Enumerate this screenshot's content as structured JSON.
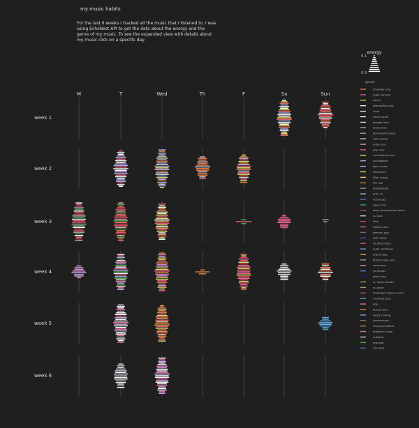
{
  "page": {
    "title": "my music habits",
    "description": "For the last 6 weeks I tracked all the music that I listened to. I was using EchoNest API to get the data about the energy and the genre of my music. To see the expanded view with details about my music click on a specific day."
  },
  "chart_data": {
    "type": "scatter",
    "days": [
      "M",
      "T",
      "Wed",
      "Th",
      "F",
      "Sa",
      "Sun"
    ],
    "weeks": [
      "week 1",
      "week 2",
      "week 3",
      "week 4",
      "week 5",
      "week 6"
    ],
    "energy_legend": {
      "title": "energy",
      "min_label": "0.1",
      "max_label": "0.9"
    },
    "genre_legend_title": "genres",
    "genres": [
      {
        "name": "chamber pop",
        "color": "#e8734a"
      },
      {
        "name": "indie norteño",
        "color": "#c65a8e"
      },
      {
        "name": "worky",
        "color": "#f0c24a"
      },
      {
        "name": "alternative rock",
        "color": "#f2f2f2"
      },
      {
        "name": "ninja",
        "color": "#e8e8e8"
      },
      {
        "name": "dance punk",
        "color": "#ffffff"
      },
      {
        "name": "garage rock",
        "color": "#d0d0d0"
      },
      {
        "name": "piano rock",
        "color": "#b0b0b0"
      },
      {
        "name": "permanent wave",
        "color": "#a0a0b8"
      },
      {
        "name": "neo mellow",
        "color": "#c8c8e0"
      },
      {
        "name": "indie rock",
        "color": "#e0a0c0"
      },
      {
        "name": "pop rock",
        "color": "#e05a7a"
      },
      {
        "name": "rock dominicano",
        "color": "#f0e040"
      },
      {
        "name": "turntablism",
        "color": "#a8a8d8"
      },
      {
        "name": "latin music",
        "color": "#c0a0e8"
      },
      {
        "name": "electronic",
        "color": "#d8d870"
      },
      {
        "name": "filter house",
        "color": "#e8c870"
      },
      {
        "name": "hip hop",
        "color": "#d07a3a"
      },
      {
        "name": "downtempo",
        "color": "#909090"
      },
      {
        "name": "drill n b",
        "color": "#a8b8c8"
      },
      {
        "name": "vocal jazz",
        "color": "#4a7ac0"
      },
      {
        "name": "deep funk",
        "color": "#2a9a8a"
      },
      {
        "name": "deep downtempo fusion",
        "color": "#b05050"
      },
      {
        "name": "nu jazz",
        "color": "#d0d0d0"
      },
      {
        "name": "latin",
        "color": "#c84848"
      },
      {
        "name": "electro jazz",
        "color": "#d07070"
      },
      {
        "name": "german pop",
        "color": "#707070"
      },
      {
        "name": "dark wave",
        "color": "#5a4ab0"
      },
      {
        "name": "shuffled indie",
        "color": "#d04aa0"
      },
      {
        "name": "indie christmas",
        "color": "#8a8ae0"
      },
      {
        "name": "drama pop",
        "color": "#e0a050"
      },
      {
        "name": "british indie rock",
        "color": "#9a9aa0"
      },
      {
        "name": "commons",
        "color": "#e080c0"
      },
      {
        "name": "synthpop",
        "color": "#6a6ae0"
      },
      {
        "name": "glitch hop",
        "color": "#202080"
      },
      {
        "name": "nu skool breaks",
        "color": "#c0a030"
      },
      {
        "name": "nu gaze",
        "color": "#a0a060"
      },
      {
        "name": "intelligent dance music",
        "color": "#c06060"
      },
      {
        "name": "icelandic pop",
        "color": "#4aa0c0"
      },
      {
        "name": "pop",
        "color": "#e86aa0"
      },
      {
        "name": "bossa nova",
        "color": "#d09030"
      },
      {
        "name": "electro swing",
        "color": "#70a0e0"
      },
      {
        "name": "electroclash",
        "color": "#8a7060"
      },
      {
        "name": "neo-psychedelic",
        "color": "#a89040"
      },
      {
        "name": "ambient fusion",
        "color": "#c08080"
      },
      {
        "name": "indietek",
        "color": "#d0d0d0"
      },
      {
        "name": "folk pop",
        "color": "#4aa04a"
      },
      {
        "name": "cool jazz",
        "color": "#3a70a0"
      }
    ],
    "listening": [
      {
        "week": "week 1",
        "day": "Sa",
        "energy_range": [
          0.05,
          0.95
        ],
        "genres": [
          "dance punk",
          "rock dominicano",
          "pop rock",
          "turntablism",
          "alternative rock"
        ]
      },
      {
        "week": "week 1",
        "day": "Sun",
        "energy_range": [
          0.1,
          0.75
        ],
        "genres": [
          "pop rock",
          "chamber pop",
          "alternative rock"
        ]
      },
      {
        "week": "week 2",
        "day": "T",
        "energy_range": [
          0.05,
          0.95
        ],
        "genres": [
          "latin music",
          "turntablism",
          "pop rock",
          "alternative rock",
          "dance punk"
        ]
      },
      {
        "week": "week 2",
        "day": "Wed",
        "energy_range": [
          0.02,
          0.98
        ],
        "genres": [
          "neo mellow",
          "turntablism",
          "electronic",
          "latin music",
          "hip hop",
          "permanent wave"
        ]
      },
      {
        "week": "week 2",
        "day": "Th",
        "energy_range": [
          0.2,
          0.75
        ],
        "genres": [
          "hip hop",
          "neo mellow",
          "chamber pop"
        ]
      },
      {
        "week": "week 2",
        "day": "F",
        "energy_range": [
          0.15,
          0.85
        ],
        "genres": [
          "pop rock",
          "electronic",
          "hip hop",
          "neo mellow"
        ]
      },
      {
        "week": "week 3",
        "day": "M",
        "energy_range": [
          0.02,
          0.98
        ],
        "genres": [
          "folk pop",
          "alternative rock",
          "pop rock",
          "latin",
          "permanent wave"
        ]
      },
      {
        "week": "week 3",
        "day": "T",
        "energy_range": [
          0.02,
          0.98
        ],
        "genres": [
          "pop rock",
          "latin",
          "indie rock",
          "folk pop",
          "chamber pop"
        ]
      },
      {
        "week": "week 3",
        "day": "Wed",
        "energy_range": [
          0.05,
          0.95
        ],
        "genres": [
          "pop rock",
          "electronic",
          "alternative rock",
          "drama pop"
        ]
      },
      {
        "week": "week 3",
        "day": "F",
        "energy_range": [
          0.45,
          0.55
        ],
        "genres": [
          "pop rock",
          "folk pop"
        ]
      },
      {
        "week": "week 3",
        "day": "Sa",
        "energy_range": [
          0.35,
          0.65
        ],
        "genres": [
          "pop",
          "pop rock"
        ]
      },
      {
        "week": "week 3",
        "day": "Sun",
        "energy_range": [
          0.45,
          0.5
        ],
        "genres": [
          "downtempo"
        ]
      },
      {
        "week": "week 4",
        "day": "M",
        "energy_range": [
          0.35,
          0.65
        ],
        "genres": [
          "turntablism",
          "commons"
        ]
      },
      {
        "week": "week 4",
        "day": "T",
        "energy_range": [
          0.05,
          0.95
        ],
        "genres": [
          "folk pop",
          "alternative rock",
          "pop",
          "turntablism"
        ]
      },
      {
        "week": "week 4",
        "day": "Wed",
        "energy_range": [
          0.02,
          0.98
        ],
        "genres": [
          "electronic",
          "pop rock",
          "hip hop",
          "commons",
          "turntablism",
          "drama pop"
        ]
      },
      {
        "week": "week 4",
        "day": "Th",
        "energy_range": [
          0.45,
          0.55
        ],
        "genres": [
          "hip hop"
        ]
      },
      {
        "week": "week 4",
        "day": "F",
        "energy_range": [
          0.05,
          0.95
        ],
        "genres": [
          "pop rock",
          "electronic",
          "latin",
          "pop"
        ]
      },
      {
        "week": "week 4",
        "day": "Sa",
        "energy_range": [
          0.3,
          0.7
        ],
        "genres": [
          "alternative rock",
          "garage rock"
        ]
      },
      {
        "week": "week 4",
        "day": "Sun",
        "energy_range": [
          0.3,
          0.7
        ],
        "genres": [
          "chamber pop",
          "alternative rock"
        ]
      },
      {
        "week": "week 5",
        "day": "T",
        "energy_range": [
          0.02,
          0.98
        ],
        "genres": [
          "alternative rock",
          "dance punk",
          "pop",
          "permanent wave"
        ]
      },
      {
        "week": "week 5",
        "day": "Wed",
        "energy_range": [
          0.05,
          0.95
        ],
        "genres": [
          "drama pop",
          "pop rock",
          "electronic",
          "chamber pop"
        ]
      },
      {
        "week": "week 5",
        "day": "Sun",
        "energy_range": [
          0.35,
          0.65
        ],
        "genres": [
          "icelandic pop",
          "electro swing"
        ]
      },
      {
        "week": "week 6",
        "day": "T",
        "energy_range": [
          0.2,
          0.8
        ],
        "genres": [
          "alternative rock",
          "garage rock",
          "permanent wave"
        ]
      },
      {
        "week": "week 6",
        "day": "Wed",
        "energy_range": [
          0.05,
          0.95
        ],
        "genres": [
          "pop",
          "latin music",
          "dance punk",
          "alternative rock"
        ]
      }
    ]
  }
}
